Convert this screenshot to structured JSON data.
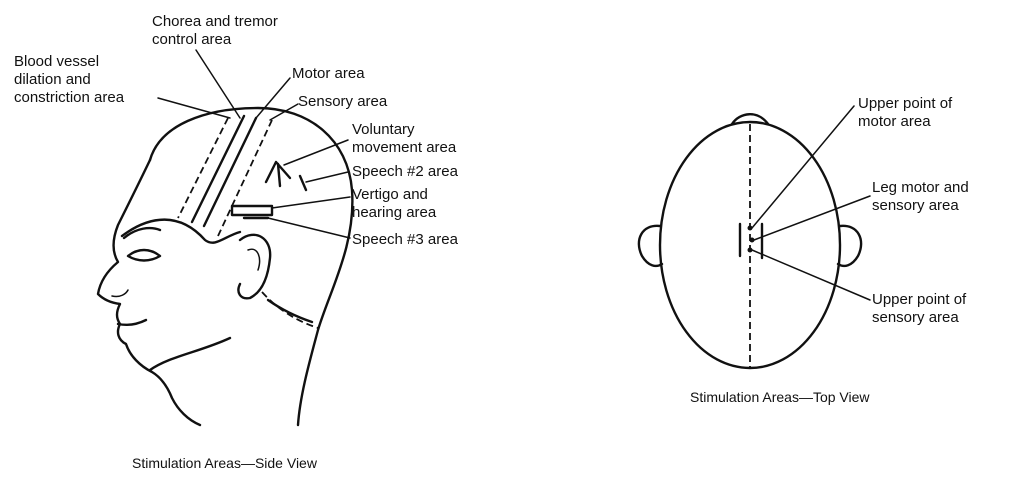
{
  "side_view": {
    "labels": {
      "chorea_line1": "Chorea and tremor",
      "chorea_line2": "control area",
      "blood_line1": "Blood vessel",
      "blood_line2": "dilation and",
      "blood_line3": "constriction area",
      "motor": "Motor area",
      "sensory": "Sensory area",
      "voluntary_line1": "Voluntary",
      "voluntary_line2": "movement area",
      "speech2": "Speech #2 area",
      "vertigo_line1": "Vertigo and",
      "vertigo_line2": "hearing area",
      "speech3": "Speech #3 area"
    },
    "caption": "Stimulation Areas—Side View"
  },
  "top_view": {
    "labels": {
      "upper_motor_line1": "Upper point of",
      "upper_motor_line2": "motor area",
      "leg_line1": "Leg motor and",
      "leg_line2": "sensory area",
      "upper_sensory_line1": "Upper point of",
      "upper_sensory_line2": "sensory area"
    },
    "caption": "Stimulation Areas—Top View"
  }
}
